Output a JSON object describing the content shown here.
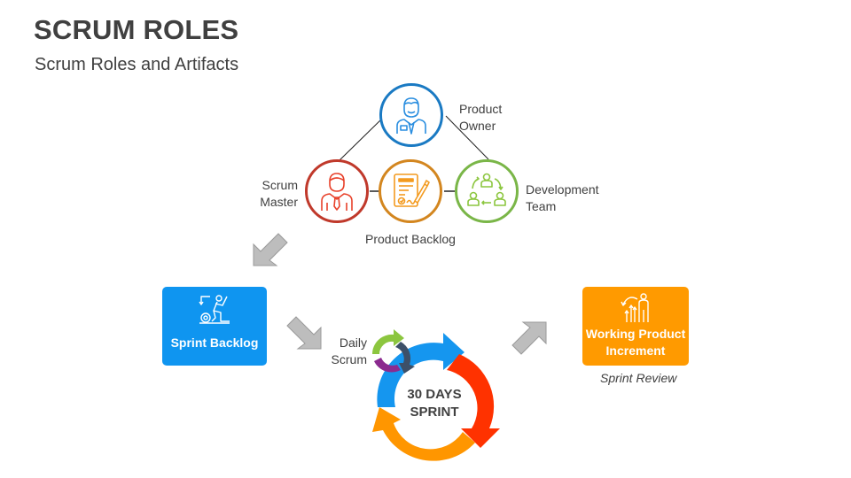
{
  "header": {
    "title": "SCRUM ROLES",
    "subtitle": "Scrum Roles and Artifacts"
  },
  "roles": [
    {
      "id": "product-owner",
      "label_line1": "Product",
      "label_line2": "Owner",
      "color": "#1a7ac3",
      "icon": "businessman-icon"
    },
    {
      "id": "scrum-master",
      "label_line1": "Scrum",
      "label_line2": "Master",
      "color": "#c0392b",
      "icon": "man-with-tie-icon"
    },
    {
      "id": "product-backlog",
      "label": "Product Backlog",
      "color": "#d3861f",
      "icon": "document-signing-icon"
    },
    {
      "id": "development-team",
      "label_line1": "Development",
      "label_line2": "Team",
      "color": "#7ab648",
      "icon": "team-cycle-icon"
    }
  ],
  "artifacts": {
    "sprint_backlog": {
      "label": "Sprint Backlog",
      "color": "#0f95f0",
      "icon": "person-climbing-icon"
    },
    "working_product": {
      "label_line1": "Working Product",
      "label_line2": "Increment",
      "color": "#ff9a00",
      "icon": "growth-person-icon",
      "caption": "Sprint Review"
    }
  },
  "sprint": {
    "center_line1": "30 DAYS",
    "center_line2": "SPRINT",
    "daily_line1": "Daily",
    "daily_line2": "Scrum",
    "colors": {
      "blue": "#1596ef",
      "red": "#ff3200",
      "orange": "#ff9600",
      "green": "#8cc63f",
      "slate": "#3d5068",
      "purple": "#8b2a8f"
    }
  },
  "arrows": {
    "color": "#bdbdbd",
    "stroke": "#9a9a9a"
  }
}
